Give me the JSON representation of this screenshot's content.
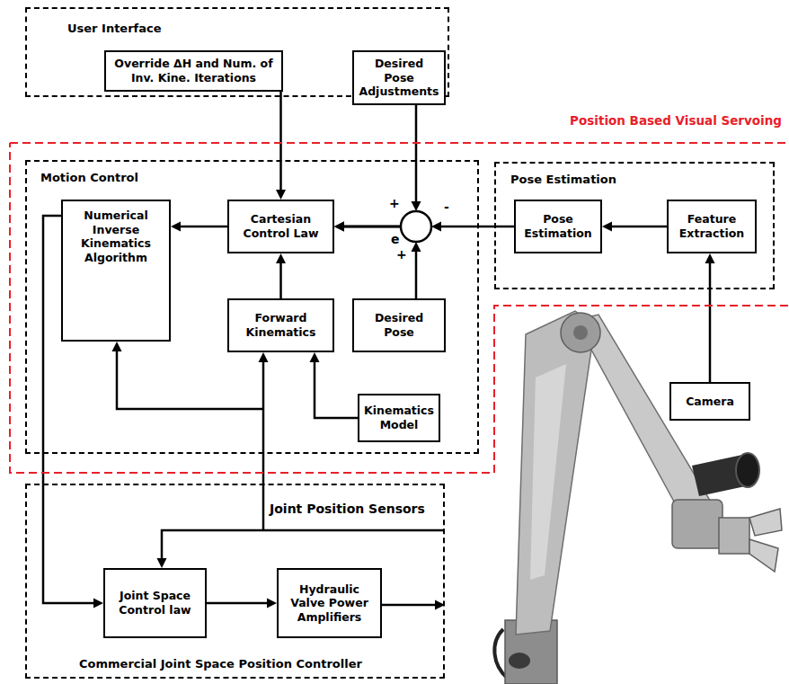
{
  "diagram": {
    "nodes": [
      {
        "text": [
          "User Interface"
        ]
      },
      {
        "text": [
          "Override ΔH and Num. of Inv. Kine. Iterations"
        ],
        "in": 0
      },
      {
        "text": [
          "Desired Pose Adjustments"
        ],
        "in": 0
      },
      {
        "text": [
          "Position Based Visual Servoing"
        ]
      },
      {
        "text": [
          "Motion Control"
        ],
        "in": 3
      },
      {
        "text": [
          "Numerical Inverse Kinematics Algorithm"
        ],
        "in": 4
      },
      {
        "text": [
          "Cartesian Control Law"
        ],
        "in": 4
      },
      {
        "text": [
          "Forward Kinematics"
        ],
        "in": 4
      },
      {
        "text": [
          "Desired Pose"
        ],
        "in": 4
      },
      {
        "text": [
          "Kinematics Model"
        ],
        "in": 4
      },
      {
        "text": [
          "Pose Estimation"
        ],
        "in": 3
      },
      {
        "text": [
          "Pose Estimation"
        ],
        "in": 10
      },
      {
        "text": [
          "Feature Extraction"
        ],
        "in": 10
      },
      {
        "text": [
          "Camera"
        ]
      },
      {
        "text": [
          "Commercial Joint Space Position Controller"
        ]
      },
      {
        "text": [
          "Joint Space Control law"
        ],
        "in": 14
      },
      {
        "text": [
          "Hydraulic Valve Power Amplifiers"
        ],
        "in": 14
      }
    ],
    "edges": [
      {
        "from": 1,
        "to": 6,
        "arrow": "to"
      },
      {
        "from": 2,
        "to": 6,
        "arrow": "to"
      },
      {
        "from": 8,
        "to": 6,
        "arrow": "to"
      },
      {
        "from": 11,
        "to": 6,
        "arrow": "to"
      },
      {
        "from": 6,
        "to": 5,
        "arrow": "to"
      },
      {
        "from": 7,
        "to": 6,
        "arrow": "to"
      },
      {
        "from": 9,
        "to": 7,
        "arrow": "to"
      },
      {
        "from": 12,
        "to": 11,
        "arrow": "to"
      },
      {
        "from": 13,
        "to": 12,
        "arrow": "to"
      },
      {
        "from": 5,
        "to": 15,
        "arrow": "to"
      },
      {
        "from": 15,
        "to": 16,
        "arrow": "to"
      }
    ],
    "labels": [
      "+",
      "e",
      "+",
      "-",
      "Joint Position Sensors"
    ]
  }
}
